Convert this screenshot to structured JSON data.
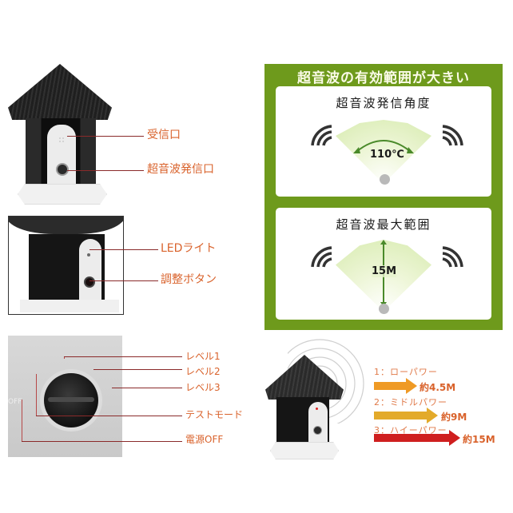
{
  "panel1": {
    "callouts": [
      {
        "label": "受信口"
      },
      {
        "label": "超音波発信口"
      }
    ]
  },
  "panel2": {
    "callouts": [
      {
        "label": "LEDライト"
      },
      {
        "label": "調整ボタン"
      }
    ]
  },
  "panel3": {
    "dial_marks": [
      "OFF"
    ],
    "callouts": [
      {
        "label": "レベル1"
      },
      {
        "label": "レベル2"
      },
      {
        "label": "レベル3"
      },
      {
        "label": "テストモード"
      },
      {
        "label": "電源OFF"
      }
    ]
  },
  "green_panel": {
    "title": "超音波の有効範囲が大きい",
    "accent_color": "#6e9a1c",
    "angle_card": {
      "title": "超音波発信角度",
      "value": "110℃"
    },
    "range_card": {
      "title": "超音波最大範囲",
      "value": "15M"
    }
  },
  "power_levels": {
    "items": [
      {
        "label": "1：ローパワー",
        "distance": "約4.5M",
        "color": "#ef9a25"
      },
      {
        "label": "2：ミドルパワー",
        "distance": "約9M",
        "color": "#e3aa2a"
      },
      {
        "label": "3：ハイーパワー",
        "distance": "約15M",
        "color": "#cf1f1f"
      }
    ]
  }
}
